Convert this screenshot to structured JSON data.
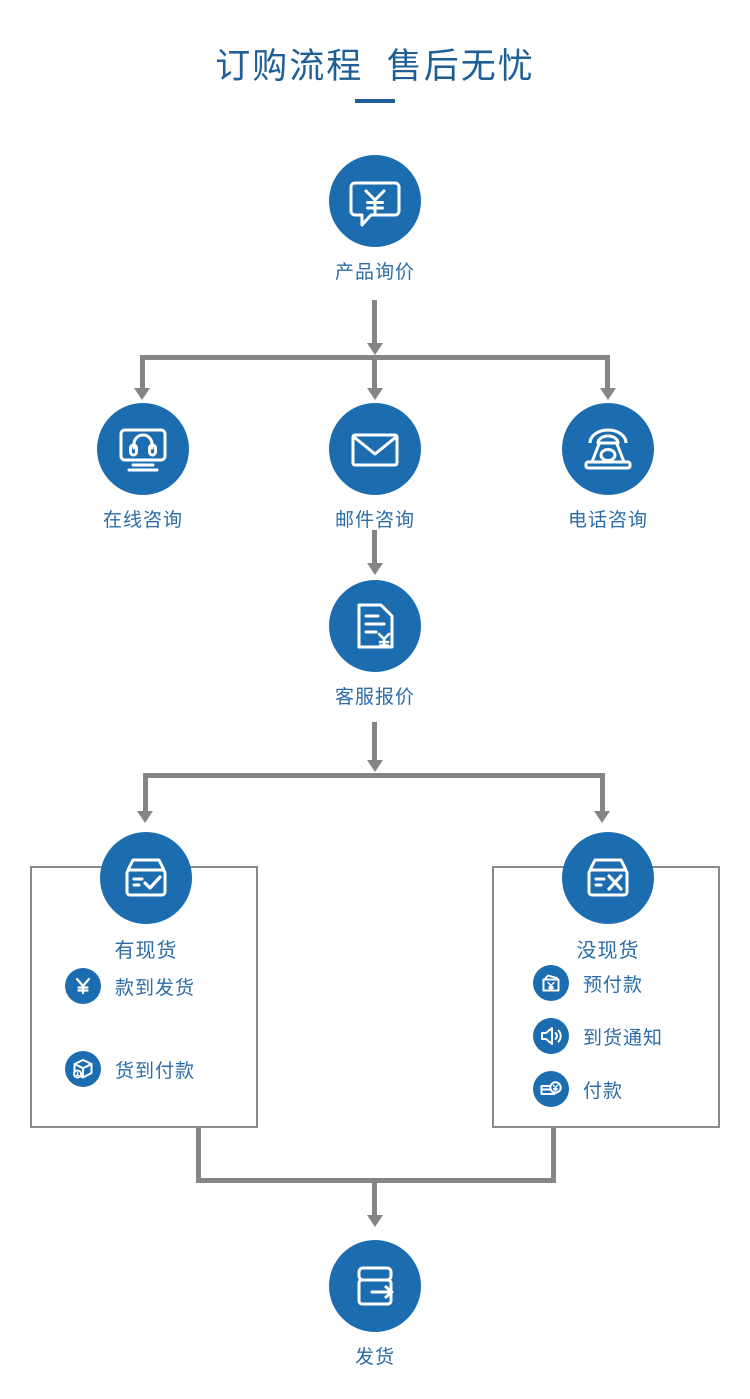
{
  "page": {
    "title_main": "订购流程",
    "title_sub": "售后无忧",
    "title_full": "订购流程  售后无忧",
    "background": "#ffffff"
  },
  "colors": {
    "brand_blue": "#1c6cb0",
    "title_blue": "#1d5f96",
    "label_blue": "#2c6ca8",
    "connector_gray": "#858585",
    "box_border_gray": "#8a8a8a"
  },
  "flow": {
    "start": {
      "label": "产品询价",
      "icon": "speech-bubble-yuan-icon"
    },
    "contact_methods": [
      {
        "label": "在线咨询",
        "icon": "monitor-headset-icon"
      },
      {
        "label": "邮件咨询",
        "icon": "envelope-icon"
      },
      {
        "label": "电话咨询",
        "icon": "telephone-icon"
      }
    ],
    "quote": {
      "label": "客服报价",
      "icon": "document-yuan-icon"
    },
    "stock_branches": [
      {
        "label": "有现货",
        "icon": "box-check-icon",
        "options": [
          {
            "label": "款到发货",
            "icon": "yuan-icon"
          },
          {
            "label": "货到付款",
            "icon": "package-cube-icon"
          }
        ]
      },
      {
        "label": "没现货",
        "icon": "box-cross-icon",
        "options": [
          {
            "label": "预付款",
            "icon": "wallet-yuan-icon"
          },
          {
            "label": "到货通知",
            "icon": "speaker-announce-icon"
          },
          {
            "label": "付款",
            "icon": "card-yuan-icon"
          }
        ]
      }
    ],
    "end": {
      "label": "发货",
      "icon": "box-arrow-out-icon"
    }
  }
}
